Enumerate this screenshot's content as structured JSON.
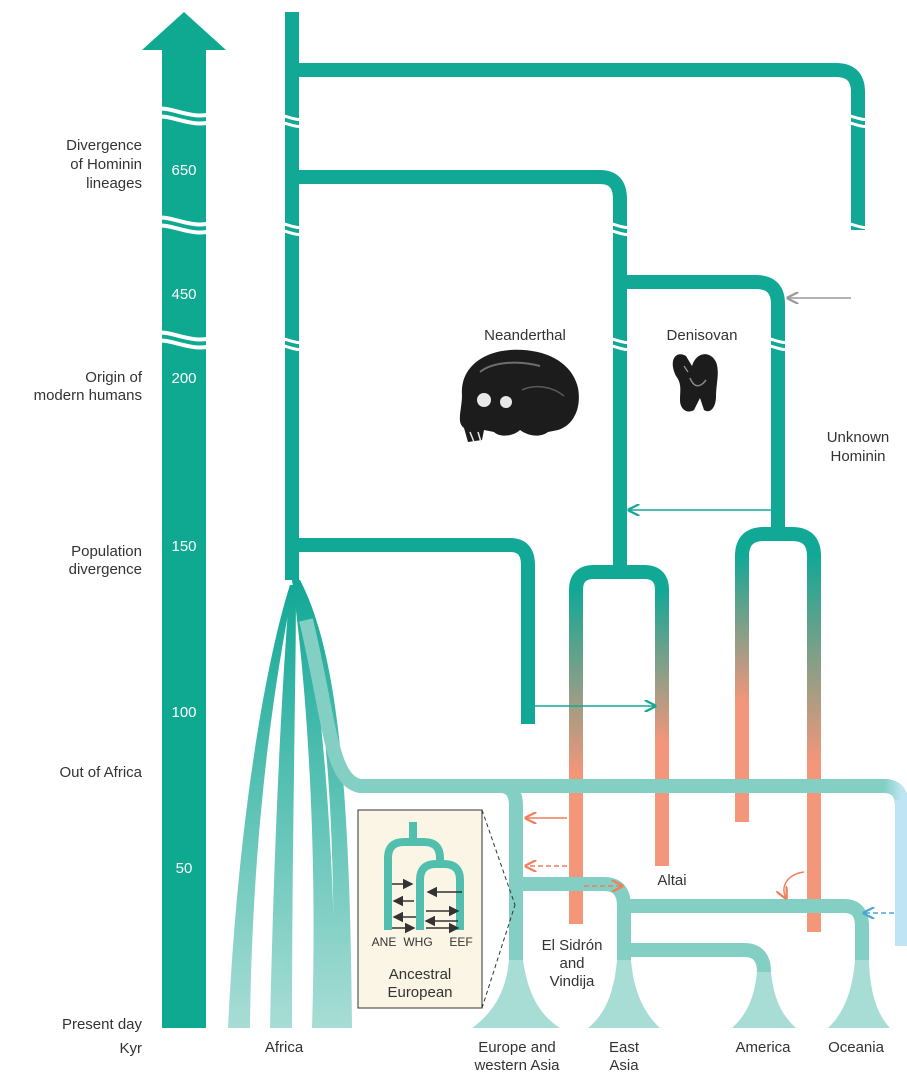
{
  "colors": {
    "lineage_teal": "#12a896",
    "modern_human": "#8fd2c8",
    "archaic_salmon": "#f4967a",
    "unknown_grey": "#c4c4c4",
    "oceania_blue": "#b9e3f1",
    "inset_bg": "#fbf5e6",
    "arrow_dark": "#333333"
  },
  "axis": {
    "ticks": [
      "650",
      "450",
      "200",
      "150",
      "100",
      "50"
    ],
    "unit": "Kyr"
  },
  "left_labels": {
    "divergence_hominin": [
      "Divergence",
      "of Hominin",
      "lineages"
    ],
    "origin_modern": [
      "Origin of",
      "modern humans"
    ],
    "population_divergence": [
      "Population",
      "divergence"
    ],
    "out_of_africa": "Out of Africa",
    "present_day": "Present day",
    "kyr": "Kyr"
  },
  "lineages": {
    "neanderthal": "Neanderthal",
    "denisovan": "Denisovan",
    "unknown": [
      "Unknown",
      "Hominin"
    ],
    "altai": "Altai",
    "el_sidron": [
      "El Sidrón",
      "and",
      "Vindija"
    ]
  },
  "inset": {
    "pops": [
      "ANE",
      "WHG",
      "EEF"
    ],
    "title": [
      "Ancestral",
      "European"
    ]
  },
  "populations": {
    "africa": "Africa",
    "europe": [
      "Europe and",
      "western Asia"
    ],
    "east_asia": [
      "East",
      "Asia"
    ],
    "america": "America",
    "oceania": "Oceania"
  },
  "icons": [
    "skull-icon",
    "tooth-icon"
  ]
}
